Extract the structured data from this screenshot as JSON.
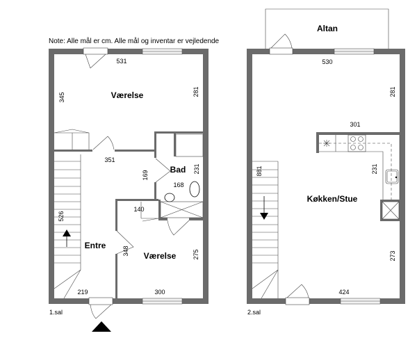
{
  "note": "Note: Alle mål er cm. Alle mål og inventar er vejledende",
  "floor1": {
    "label": "1.sal",
    "rooms": {
      "vaerelse_top": "Værelse",
      "bad": "Bad",
      "entre": "Entre",
      "vaerelse_bottom": "Værelse"
    },
    "dims": {
      "top_width": "531",
      "left_top": "345",
      "right_top": "281",
      "hall": "351",
      "bad_door": "169",
      "bad_right": "231",
      "bad_width": "168",
      "small": "140",
      "stairs": "526",
      "room_left": "348",
      "room_right": "275",
      "bottom_left": "219",
      "bottom_room": "300"
    }
  },
  "floor2": {
    "label": "2.sal",
    "rooms": {
      "altan": "Altan",
      "kitchen": "Køkken/Stue"
    },
    "dims": {
      "top_width": "530",
      "right_top": "281",
      "counter": "301",
      "counter_side": "231",
      "stairs": "881",
      "right_bottom": "273",
      "bottom": "424"
    }
  }
}
